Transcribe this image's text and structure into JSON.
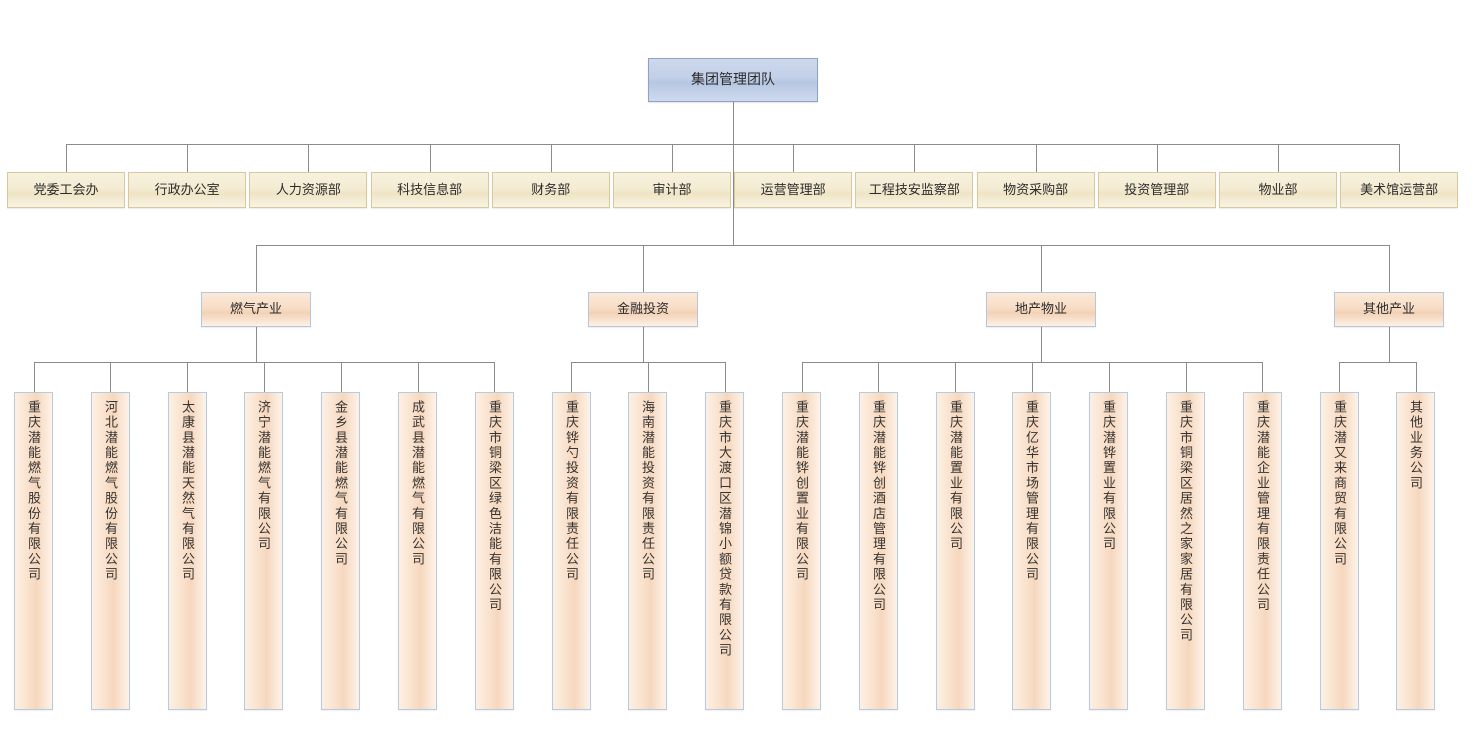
{
  "colors": {
    "root_fill": "#c2d0e8",
    "root_border": "#8da2c8",
    "dept_fill": "#f4ecd3",
    "dept_border": "#d9c89d",
    "division_fill": "#f8ddc6",
    "division_border": "#b8c6da",
    "leaf_fill": "#f9e0cb",
    "leaf_border": "#b8cadd",
    "connector": "#8b8b8b",
    "background": "#ffffff"
  },
  "root": {
    "label": "集团管理团队"
  },
  "departments": [
    {
      "label": "党委工会办"
    },
    {
      "label": "行政办公室"
    },
    {
      "label": "人力资源部"
    },
    {
      "label": "科技信息部"
    },
    {
      "label": "财务部"
    },
    {
      "label": "审计部"
    },
    {
      "label": "运营管理部"
    },
    {
      "label": "工程技安监察部"
    },
    {
      "label": "物资采购部"
    },
    {
      "label": "投资管理部"
    },
    {
      "label": "物业部"
    },
    {
      "label": "美术馆运营部"
    }
  ],
  "divisions": [
    {
      "label": "燃气产业"
    },
    {
      "label": "金融投资"
    },
    {
      "label": "地产物业"
    },
    {
      "label": "其他产业"
    }
  ],
  "subsidiaries": [
    {
      "label": "重庆潜能燃气股份有限公司",
      "division": "燃气产业"
    },
    {
      "label": "河北潜能燃气股份有限公司",
      "division": "燃气产业"
    },
    {
      "label": "太康县潜能天然气有限公司",
      "division": "燃气产业"
    },
    {
      "label": "济宁潜能燃气有限公司",
      "division": "燃气产业"
    },
    {
      "label": "金乡县潜能燃气有限公司",
      "division": "燃气产业"
    },
    {
      "label": "成武县潜能燃气有限公司",
      "division": "燃气产业"
    },
    {
      "label": "重庆市铜梁区绿色洁能有限公司",
      "division": "燃气产业"
    },
    {
      "label": "重庆铧勺投资有限责任公司",
      "division": "金融投资"
    },
    {
      "label": "海南潜能投资有限责任公司",
      "division": "金融投资"
    },
    {
      "label": "重庆市大渡口区潜锦小额贷款有限公司",
      "division": "金融投资"
    },
    {
      "label": "重庆潜能铧创置业有限公司",
      "division": "地产物业"
    },
    {
      "label": "重庆潜能铧创酒店管理有限公司",
      "division": "地产物业"
    },
    {
      "label": "重庆潜能置业有限公司",
      "division": "地产物业"
    },
    {
      "label": "重庆亿华市场管理有限公司",
      "division": "地产物业"
    },
    {
      "label": "重庆潜铧置业有限公司",
      "division": "地产物业"
    },
    {
      "label": "重庆市铜梁区居然之家家居有限公司",
      "division": "地产物业"
    },
    {
      "label": "重庆潜能企业管理有限责任公司",
      "division": "地产物业"
    },
    {
      "label": "重庆潜又来商贸有限公司",
      "division": "其他产业"
    },
    {
      "label": "其他业务公司",
      "division": "其他产业"
    }
  ]
}
